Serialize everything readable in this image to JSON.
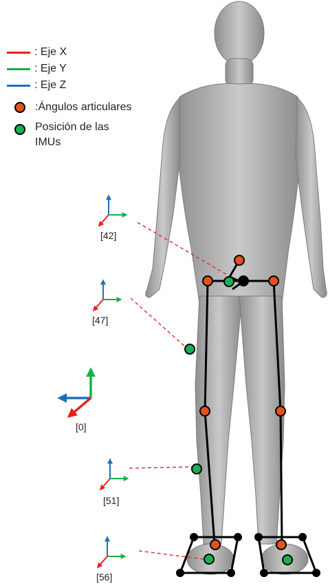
{
  "legend": {
    "axis_x": ": Eje X",
    "axis_y": ": Eje Y",
    "axis_z": ": Eje Z",
    "joint_angles": ":Ángulos articulares",
    "imu_position": "Posición de las\nIMUs"
  },
  "imu_labels": {
    "pelvis": "[42]",
    "thigh": "[47]",
    "global": "[0]",
    "shank": "[51]",
    "foot": "[56]"
  },
  "colors": {
    "x_axis": "#e8201c",
    "y_axis": "#18b04a",
    "z_axis": "#1f6fb8",
    "joint": "#e0521e",
    "imu": "#19b050",
    "skeleton": "#000000",
    "dashed": "#e0353a"
  }
}
